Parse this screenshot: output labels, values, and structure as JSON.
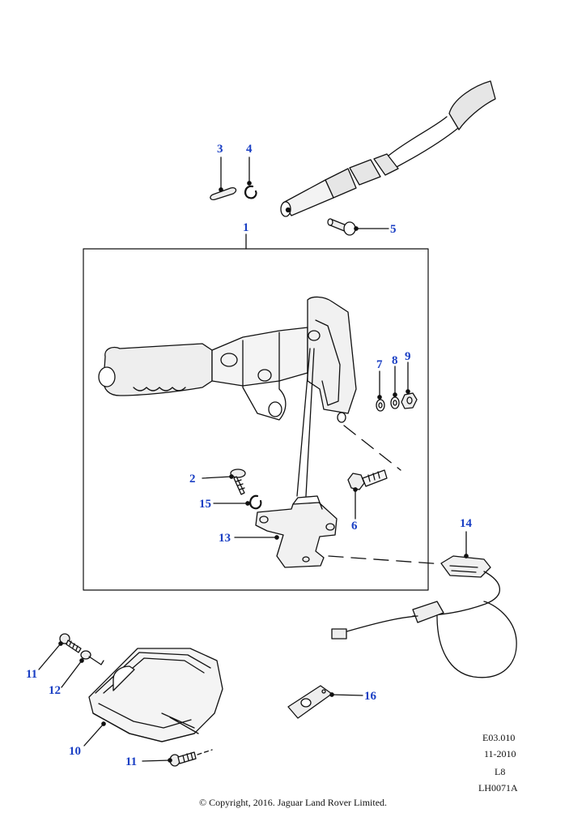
{
  "callouts": {
    "c1": "1",
    "c2": "2",
    "c3": "3",
    "c4": "4",
    "c5": "5",
    "c6": "6",
    "c7": "7",
    "c8": "8",
    "c9": "9",
    "c10": "10",
    "c11a": "11",
    "c11b": "11",
    "c12": "12",
    "c13": "13",
    "c14": "14",
    "c15": "15",
    "c16": "16"
  },
  "info": {
    "figure_code": "E03.010",
    "date": "11-2010",
    "level": "L8",
    "illustration_id": "LH0071A"
  },
  "copyright": "© Copyright, 2016. Jaguar Land Rover Limited.",
  "colors": {
    "callout": "#1a3fc4",
    "line": "#111111",
    "fill": "#e6e6e6"
  }
}
